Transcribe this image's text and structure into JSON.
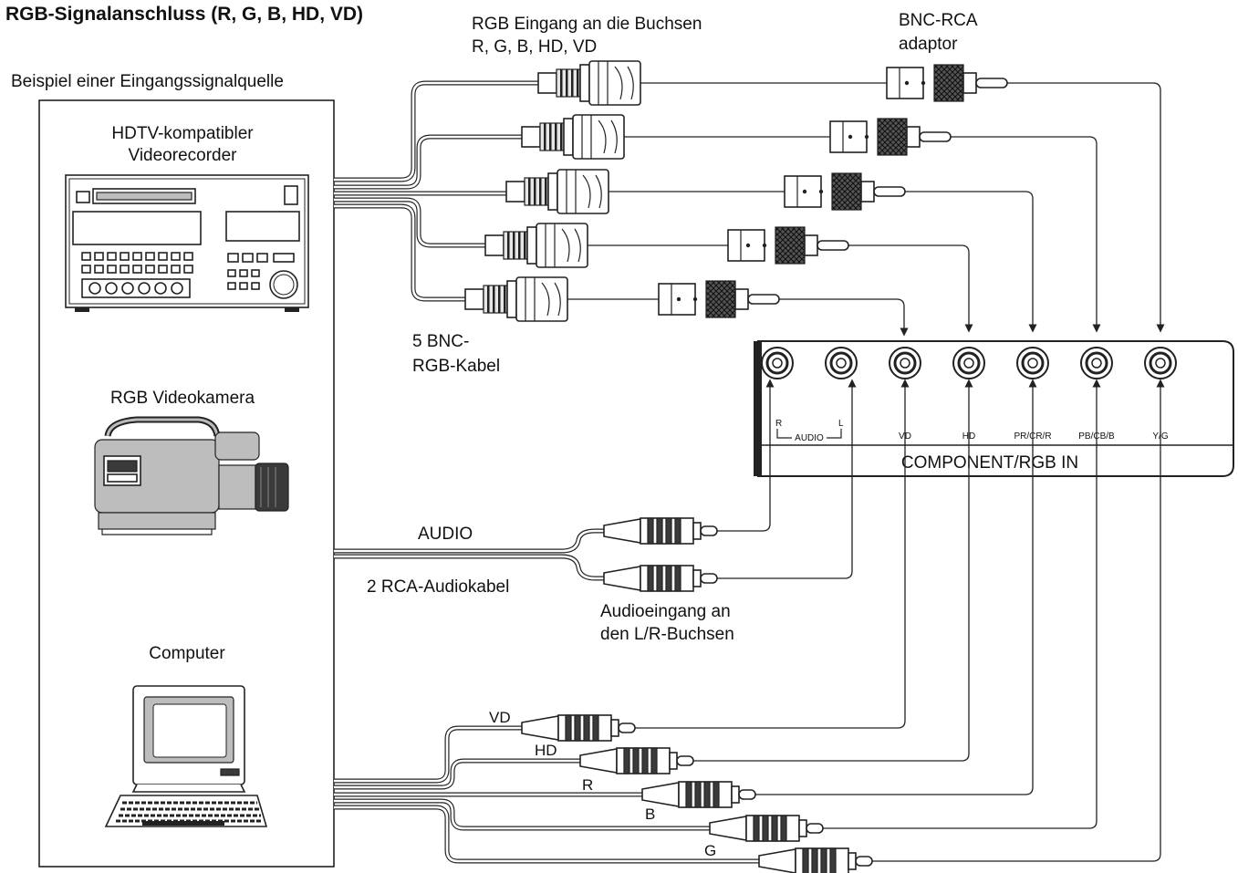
{
  "title": "RGB-Signalanschluss (R, G, B, HD, VD)",
  "source_example_label": "Beispiel einer Eingangssignalquelle",
  "rgb_input_label": [
    "RGB Eingang an die Buchsen",
    "R, G, B, HD, VD"
  ],
  "adaptor_label": [
    "BNC-RCA",
    "adaptor"
  ],
  "devices": {
    "vcr": [
      "HDTV-kompatibler",
      "Videorecorder"
    ],
    "camera": "RGB Videokamera",
    "computer": "Computer"
  },
  "bnc_cable_label": [
    "5 BNC-",
    "RGB-Kabel"
  ],
  "audio_label": "AUDIO",
  "audio_cable_label": "2 RCA-Audiokabel",
  "audio_input_label": [
    "Audioeingang an",
    "den L/R-Buchsen"
  ],
  "panel": {
    "title": "COMPONENT/RGB IN",
    "audio_group": "AUDIO",
    "jacks": [
      "R",
      "L",
      "VD",
      "HD",
      "PR/CR/R",
      "PB/CB/B",
      "Y/G"
    ]
  },
  "computer_cables": [
    "VD",
    "HD",
    "R",
    "B",
    "G"
  ],
  "colors": {
    "line": "#222222",
    "fill_grey": "#bdbdbd",
    "fill_dark": "#3a3a3a",
    "background": "#ffffff"
  }
}
